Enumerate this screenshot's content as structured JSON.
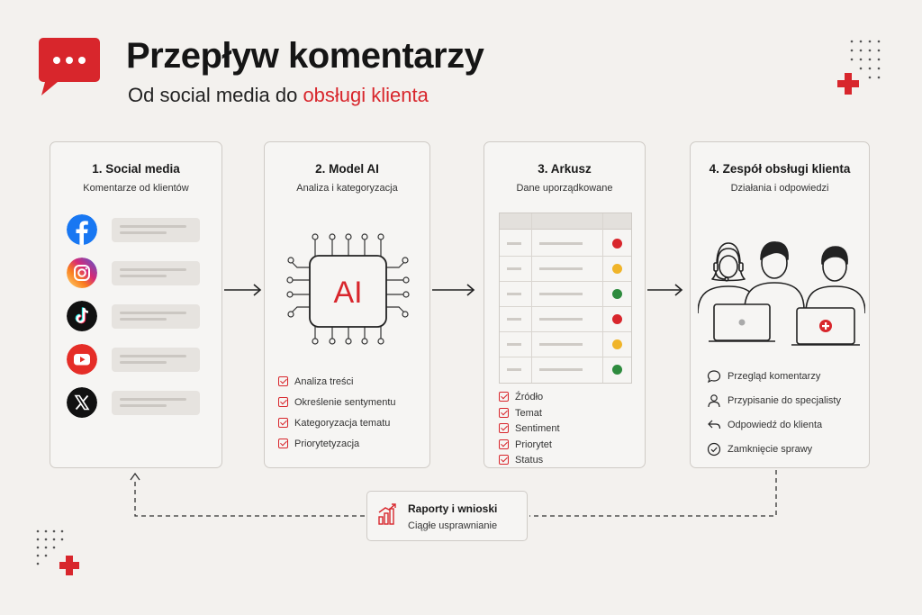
{
  "header": {
    "title": "Przepływ komentarzy",
    "subtitle_prefix": "Od social media do ",
    "subtitle_accent": "obsługi klienta"
  },
  "colors": {
    "accent": "#d8262c",
    "status_red": "#d8262c",
    "status_yellow": "#f0b429",
    "status_green": "#2e8b3e"
  },
  "steps": [
    {
      "title": "1. Social media",
      "subtitle": "Komentarze od klientów",
      "platforms": [
        "facebook-icon",
        "instagram-icon",
        "tiktok-icon",
        "youtube-icon",
        "x-icon"
      ]
    },
    {
      "title": "2. Model AI",
      "subtitle": "Analiza i kategoryzacja",
      "chip_label": "AI",
      "checks": [
        "Analiza treści",
        "Określenie sentymentu",
        "Kategoryzacja tematu",
        "Priorytetyzacja"
      ]
    },
    {
      "title": "3. Arkusz",
      "subtitle": "Dane uporządkowane",
      "row_status": [
        "red",
        "yellow",
        "green",
        "red",
        "yellow",
        "green"
      ],
      "checks": [
        "Źródło",
        "Temat",
        "Sentiment",
        "Priorytet",
        "Status"
      ]
    },
    {
      "title": "4. Zespół obsługi klienta",
      "subtitle": "Działania i odpowiedzi",
      "actions": [
        "Przegląd komentarzy",
        "Przypisanie do specjalisty",
        "Odpowiedź do klienta",
        "Zamknięcie sprawy"
      ]
    }
  ],
  "feedback": {
    "title": "Raporty i wnioski",
    "subtitle": "Ciągłe usprawnianie"
  }
}
